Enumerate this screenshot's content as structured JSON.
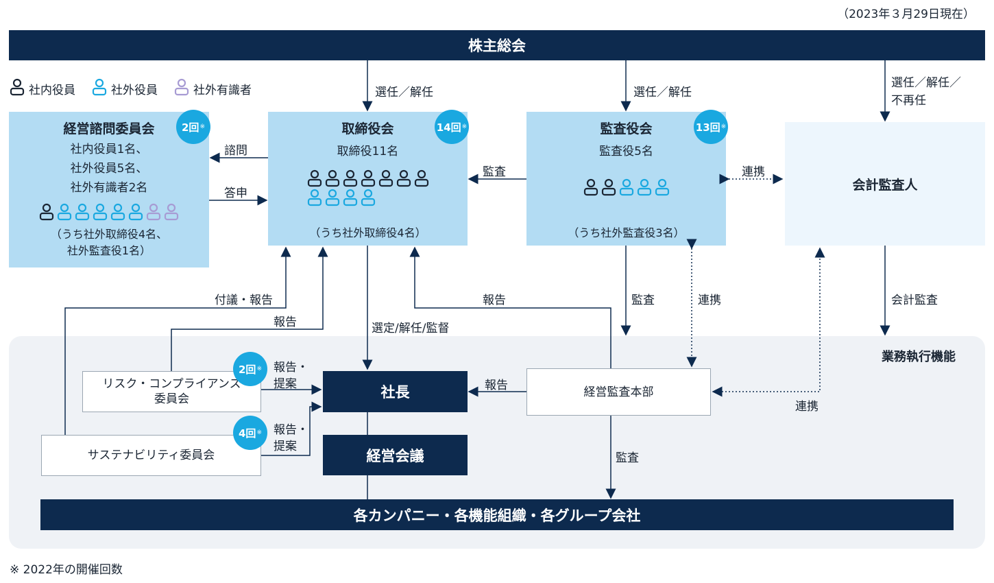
{
  "date_note": "（2023年３月29日現在）",
  "shareholders": "株主総会",
  "legend": {
    "internal": "社内役員",
    "external": "社外役員",
    "expert": "社外有識者"
  },
  "colors": {
    "navy": "#0d2a4e",
    "internal": "#1a2533",
    "external": "#1aa8e0",
    "expert": "#a79bd3",
    "light_box": "#b3dcf3"
  },
  "advisory": {
    "title": "経営諮問委員会",
    "badge": "2回",
    "line1": "社内役員1名、",
    "line2": "社外役員5名、",
    "line3": "社外有識者2名",
    "note1": "（うち社外取締役4名、",
    "note2": "社外監査役1名）",
    "icons": {
      "internal": 1,
      "external": 5,
      "expert": 2
    }
  },
  "board": {
    "title": "取締役会",
    "badge": "14回",
    "members": "取締役11名",
    "note": "（うち社外取締役4名）",
    "icons": {
      "internal": 7,
      "external": 4
    }
  },
  "audit_board": {
    "title": "監査役会",
    "badge": "13回",
    "members": "監査役5名",
    "note": "（うち社外監査役3名）",
    "icons": {
      "internal": 2,
      "external": 3
    }
  },
  "accounting_auditor": "会計監査人",
  "labels": {
    "elect1": "選任／解任",
    "elect2": "選任／解任",
    "elect3a": "選任／解任／",
    "elect3b": "不再任",
    "consult": "諮問",
    "report_answer": "答申",
    "audit1": "監査",
    "link1": "連携",
    "proposal_report": "付議・報告",
    "report1": "報告",
    "report2": "報告",
    "select": "選定/解任/監督",
    "audit2": "監査",
    "link2": "連携",
    "account_audit": "会計監査",
    "report_proposal1a": "報告・",
    "report_proposal1b": "提案",
    "report_proposal2a": "報告・",
    "report_proposal2b": "提案",
    "report3": "報告",
    "link3": "連携",
    "audit3": "監査"
  },
  "exec_area": "業務執行機能",
  "risk_committee": {
    "line1": "リスク・コンプライアンス",
    "line2": "委員会",
    "badge": "2回"
  },
  "sustain_committee": {
    "label": "サステナビリティ委員会",
    "badge": "4回"
  },
  "president": "社長",
  "mgmt_meeting": "経営会議",
  "audit_hq": "経営監査本部",
  "companies": "各カンパニー・各機能組織・各グループ会社",
  "badge_mark": "※",
  "footnote": "※ 2022年の開催回数"
}
